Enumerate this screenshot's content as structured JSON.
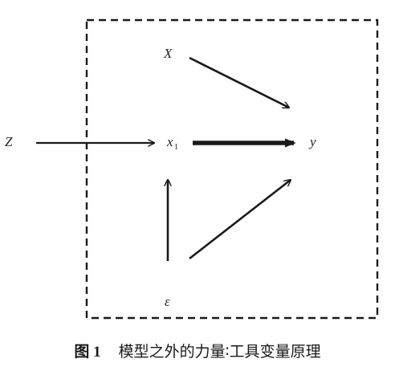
{
  "figure": {
    "nodes": {
      "X": "X",
      "Z": "Z",
      "x1_main": "x",
      "x1_sub": "1",
      "y": "y",
      "epsilon": "ε"
    },
    "caption": {
      "number": "图 1",
      "title": "模型之外的力量∶工具变量原理"
    },
    "colors": {
      "ink": "#222222",
      "border": "#1a1a1a"
    }
  }
}
